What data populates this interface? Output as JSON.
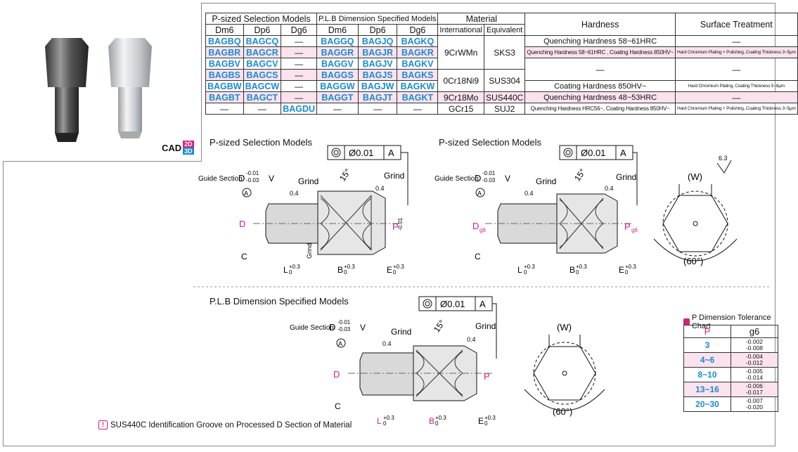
{
  "table": {
    "h_psized": "P-sized Selection Models",
    "h_plb": "P.L.B Dimension Specified Models",
    "h_material": "Material",
    "h_hardness": "Hardness",
    "h_surface": "Surface Treatment",
    "sub": [
      "Dm6",
      "Dp6",
      "Dg6",
      "Dm6",
      "Dp6",
      "Dg6",
      "International",
      "Equivalent"
    ],
    "rows": [
      {
        "c": [
          "BAGBQ",
          "BAGCQ",
          "—",
          "BAGGQ",
          "BAGJQ",
          "BAGKQ"
        ],
        "hard": "Quenching Hardness 58~61HRC",
        "surf": "—"
      },
      {
        "c": [
          "BAGBR",
          "BAGCR",
          "—",
          "BAGGR",
          "BAGJR",
          "BAGKR"
        ],
        "hard": "Quenching Hardness 58~61HRC , Coating Hardness 850HV~",
        "surf": "Hard Chromium Plating + Polishing, Coating Thickness 3~5μm"
      },
      {
        "c": [
          "BAGBV",
          "BAGCV",
          "—",
          "BAGGV",
          "BAGJV",
          "BAGKV"
        ],
        "hard": "—",
        "surf": "—"
      },
      {
        "c": [
          "BAGBS",
          "BAGCS",
          "—",
          "BAGGS",
          "BAGJS",
          "BAGKS"
        ],
        "hard": "",
        "surf": ""
      },
      {
        "c": [
          "BAGBW",
          "BAGCW",
          "—",
          "BAGGW",
          "BAGJW",
          "BAGKW"
        ],
        "hard": "Coating Hardness 850HV~",
        "surf": "Hard Chromium Plating, Coating Thickness 5~8μm"
      },
      {
        "c": [
          "BAGBT",
          "BAGCT",
          "—",
          "BAGGT",
          "BAGJT",
          "BAGKT"
        ],
        "hard": "Quenching Hardness 48~53HRC",
        "surf": "—"
      },
      {
        "c": [
          "—",
          "—",
          "BAGDU",
          "—",
          "—",
          "—"
        ],
        "hard": "Quenching Hardness HRC56~, Coating Hardness 850HV~",
        "surf": "Hard Chromium Plating + Polishing, Coating Thickness 3~5μm"
      }
    ],
    "mat": [
      {
        "intl": "9CrWMn",
        "eq": "SKS3"
      },
      {
        "intl": "0Cr18Ni9",
        "eq": "SUS304"
      },
      {
        "intl": "9Cr18Mo",
        "eq": "SUS440C"
      },
      {
        "intl": "GCr15",
        "eq": "SUJ2"
      }
    ]
  },
  "cad": {
    "label": "CAD",
    "b1": "2D",
    "b2": "3D",
    "c1": "#d4207a",
    "c2": "#1a8ad4"
  },
  "drawings": {
    "t1": "P-sized Selection Models",
    "t2": "P-sized Selection Models",
    "t3": "P.L.B Dimension Specified Models",
    "guide": "Guide Section",
    "dtol_u": "-0.01",
    "dtol_l": "-0.03",
    "tol_frame": "Ø0.01",
    "datum": "A",
    "grind": "Grind",
    "angle": "15°",
    "rough": "0.4",
    "rough_top": "6.3",
    "ptol_u": "0",
    "ptol_l": "-0.01",
    "plus": "+0.3",
    "zero": "0",
    "w": "(W)",
    "deg": "(60°)"
  },
  "note": "SUS440C Identification Groove on Processed D Section of Material",
  "tol": {
    "title": "P Dimension Tolerance Chart",
    "h_p": "P",
    "h_g": "g6",
    "rows": [
      {
        "p": "3",
        "u": "-0.002",
        "l": "-0.008"
      },
      {
        "p": "4~6",
        "u": "-0.004",
        "l": "-0.012"
      },
      {
        "p": "8~10",
        "u": "-0.005",
        "l": "-0.014"
      },
      {
        "p": "13~16",
        "u": "-0.006",
        "l": "-0.017"
      },
      {
        "p": "20~30",
        "u": "-0.007",
        "l": "-0.020"
      }
    ]
  },
  "colors": {
    "accent": "#1a8ad4",
    "pink": "#d4207a",
    "highlight": "#fbe3ee"
  }
}
